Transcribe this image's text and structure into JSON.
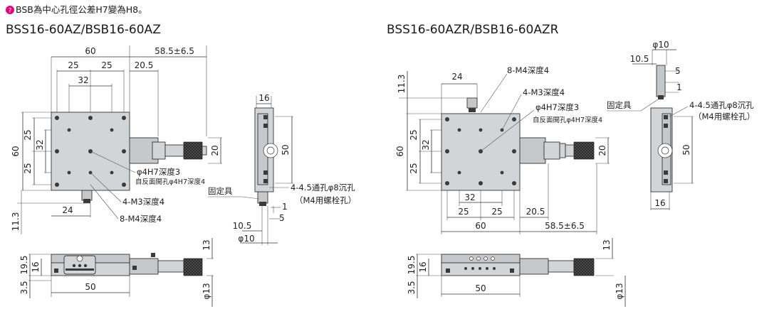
{
  "note": {
    "icon": "?",
    "text": "BSB為中心孔徑公差H7變為H8。"
  },
  "left": {
    "title": "BSS16-60AZ/BSB16-60AZ",
    "dims": {
      "w60": "60",
      "travel": "58.5±6.5",
      "d25a": "25",
      "d25b": "25",
      "d205": "20.5",
      "d32": "32",
      "v60": "60",
      "v25a": "25",
      "v32": "32",
      "v25b": "25",
      "v20": "20",
      "v113": "11.3",
      "d24": "24",
      "s16": "16",
      "s50": "50",
      "s1": "1",
      "s5": "5",
      "s105": "10.5",
      "s10": "φ10",
      "f195": "19.5",
      "f16": "16",
      "f35": "3.5",
      "f50": "50",
      "f13": "13",
      "fphi13": "φ13"
    },
    "callouts": {
      "phi4": "φ4H7深度3",
      "phi4b": "自反面開孔φ4H7深度4",
      "m3": "4-M3深度4",
      "m4": "8-M4深度4",
      "fix": "固定具",
      "thru": "4-4.5通孔φ8沉孔",
      "thru2": "（M4用螺栓孔）"
    }
  },
  "right": {
    "title": "BSS16-60AZR/BSB16-60AZR",
    "dims": {
      "s10": "φ10",
      "s105": "10.5",
      "s5": "5",
      "s1": "1",
      "d24": "24",
      "v113": "11.3",
      "v60": "60",
      "v25a": "25",
      "v32": "32",
      "v25b": "25",
      "v20": "20",
      "s50": "50",
      "s16": "16",
      "d32": "32",
      "d25a": "25",
      "d25b": "25",
      "d205": "20.5",
      "w60": "60",
      "travel": "58.5±6.5",
      "f195": "19.5",
      "f16": "16",
      "f35": "3.5",
      "f50": "50",
      "f13": "13",
      "fphi13": "φ13"
    },
    "callouts": {
      "m4": "8-M4深度4",
      "m3": "4-M3深度4",
      "phi4": "φ4H7深度3",
      "phi4b": "自反面開孔φ4H7深度4",
      "fix": "固定具",
      "thru": "4-4.5通孔φ8沉孔",
      "thru2": "（M4用螺栓孔）"
    }
  }
}
